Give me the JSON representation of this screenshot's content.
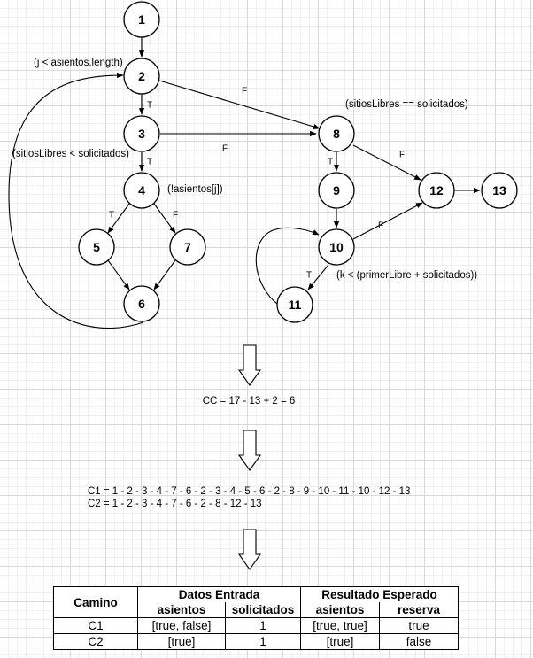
{
  "nodes": [
    {
      "id": "1",
      "label": "1"
    },
    {
      "id": "2",
      "label": "2"
    },
    {
      "id": "3",
      "label": "3"
    },
    {
      "id": "4",
      "label": "4"
    },
    {
      "id": "5",
      "label": "5"
    },
    {
      "id": "6",
      "label": "6"
    },
    {
      "id": "7",
      "label": "7"
    },
    {
      "id": "8",
      "label": "8"
    },
    {
      "id": "9",
      "label": "9"
    },
    {
      "id": "10",
      "label": "10"
    },
    {
      "id": "11",
      "label": "11"
    },
    {
      "id": "12",
      "label": "12"
    },
    {
      "id": "13",
      "label": "13"
    }
  ],
  "edges": [
    {
      "from": "1",
      "to": "2",
      "label": ""
    },
    {
      "from": "2",
      "to": "3",
      "label": "T"
    },
    {
      "from": "2",
      "to": "8",
      "label": "F"
    },
    {
      "from": "3",
      "to": "4",
      "label": "T"
    },
    {
      "from": "3",
      "to": "8",
      "label": "F"
    },
    {
      "from": "4",
      "to": "5",
      "label": "T"
    },
    {
      "from": "4",
      "to": "7",
      "label": "F"
    },
    {
      "from": "5",
      "to": "6",
      "label": ""
    },
    {
      "from": "7",
      "to": "6",
      "label": ""
    },
    {
      "from": "6",
      "to": "2",
      "label": ""
    },
    {
      "from": "8",
      "to": "9",
      "label": "T"
    },
    {
      "from": "8",
      "to": "12",
      "label": "F"
    },
    {
      "from": "9",
      "to": "10",
      "label": ""
    },
    {
      "from": "10",
      "to": "11",
      "label": "T"
    },
    {
      "from": "10",
      "to": "12",
      "label": "F"
    },
    {
      "from": "11",
      "to": "10",
      "label": ""
    },
    {
      "from": "12",
      "to": "13",
      "label": ""
    }
  ],
  "conditions": {
    "node2": "(j < asientos.length)",
    "node3": "(sitiosLibres < solicitados)",
    "node4": "(!asientos[j])",
    "node8": "(sitiosLibres == solicitados)",
    "node10": "(k < (primerLibre + solicitados))"
  },
  "complexity": "CC = 17 - 13 + 2 = 6",
  "paths": [
    "C1 = 1 - 2 - 3 - 4 - 7 - 6 - 2 - 3 - 4 - 5 - 6 - 2 - 8 - 9 - 10 - 11 - 10 - 12 - 13",
    "C2 = 1 - 2 - 3 - 4 - 7 - 6 - 2 - 8 - 12 - 13"
  ],
  "table": {
    "camino": "Camino",
    "datos_entrada": "Datos Entrada",
    "resultado_esperado": "Resultado Esperado",
    "subheaders": [
      "asientos",
      "solicitados",
      "asientos",
      "reserva"
    ],
    "rows": [
      [
        "C1",
        "[true, false]",
        "1",
        "[true, true]",
        "true"
      ],
      [
        "C2",
        "[true]",
        "1",
        "[true]",
        "false"
      ]
    ]
  }
}
